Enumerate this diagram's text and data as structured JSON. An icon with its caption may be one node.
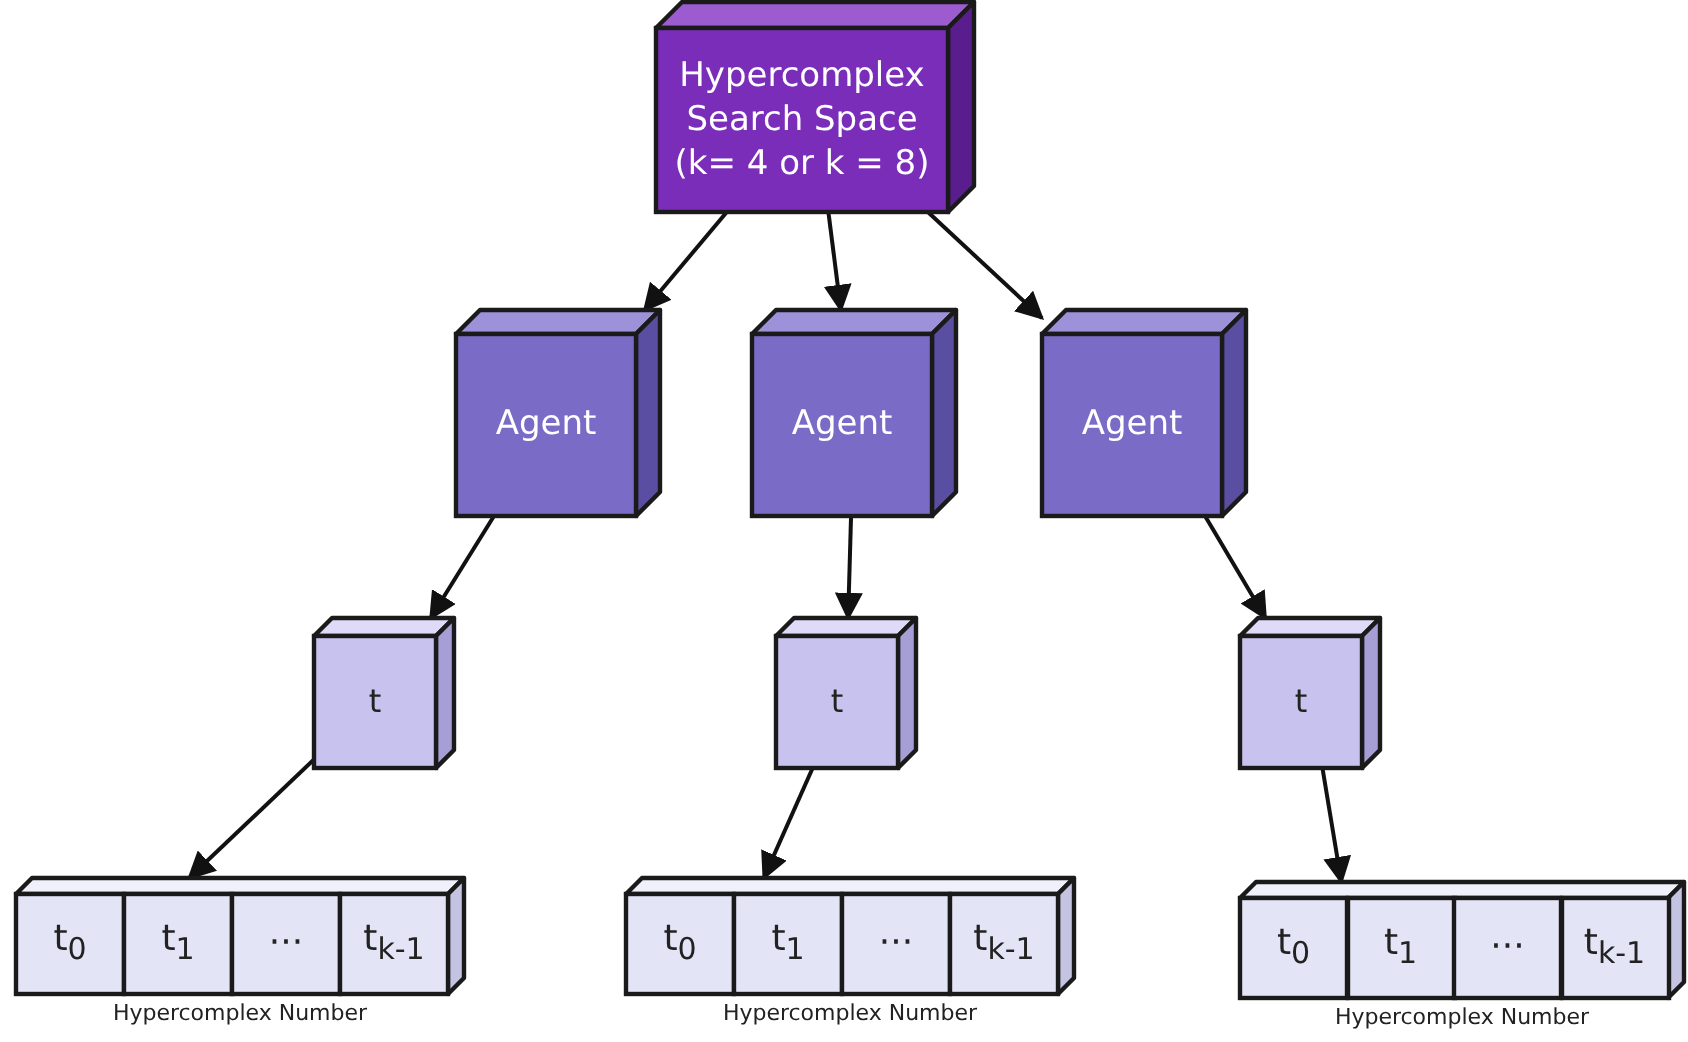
{
  "diagram": {
    "nodes": [
      {
        "text": [
          "Hypercomplex Search Space (k= 4 or k = 8)"
        ]
      },
      {
        "text": [
          "Agent"
        ]
      },
      {
        "text": [
          "Agent"
        ]
      },
      {
        "text": [
          "Agent"
        ]
      },
      {
        "text": [
          "t"
        ]
      },
      {
        "text": [
          "t"
        ]
      },
      {
        "text": [
          "t"
        ]
      },
      {
        "text": [],
        "shape": "box",
        "beside": [
          "Hypercomplex Number"
        ]
      },
      {
        "text": [
          "t$_{0}$"
        ],
        "in": 7
      },
      {
        "text": [
          "t$_{1}$"
        ],
        "in": 7
      },
      {
        "text": [
          "···"
        ],
        "in": 7
      },
      {
        "text": [
          "t$_{k-1}$"
        ],
        "in": 7
      },
      {
        "text": [],
        "shape": "box",
        "beside": [
          "Hypercomplex Number"
        ]
      },
      {
        "text": [
          "t$_{0}$"
        ],
        "in": 12
      },
      {
        "text": [
          "t$_{1}$"
        ],
        "in": 12
      },
      {
        "text": [
          "···"
        ],
        "in": 12
      },
      {
        "text": [
          "t$_{k-1}$"
        ],
        "in": 12
      },
      {
        "text": [],
        "shape": "box",
        "beside": [
          "Hypercomplex Number"
        ]
      },
      {
        "text": [
          "t$_{0}$"
        ],
        "in": 17
      },
      {
        "text": [
          "t$_{1}$"
        ],
        "in": 17
      },
      {
        "text": [
          "···"
        ],
        "in": 17
      },
      {
        "text": [
          "t$_{k-1}$"
        ],
        "in": 17
      }
    ],
    "edges": [
      {
        "from": 0,
        "to": 1,
        "arrow": "to"
      },
      {
        "from": 0,
        "to": 2,
        "arrow": "to"
      },
      {
        "from": 0,
        "to": 3,
        "arrow": "to"
      },
      {
        "from": 1,
        "to": 4,
        "arrow": "to"
      },
      {
        "from": 2,
        "to": 5,
        "arrow": "to"
      },
      {
        "from": 3,
        "to": 6,
        "arrow": "to"
      },
      {
        "from": 4,
        "to": 7,
        "arrow": "to"
      },
      {
        "from": 5,
        "to": 12,
        "arrow": "to"
      },
      {
        "from": 6,
        "to": 17,
        "arrow": "to"
      }
    ]
  }
}
